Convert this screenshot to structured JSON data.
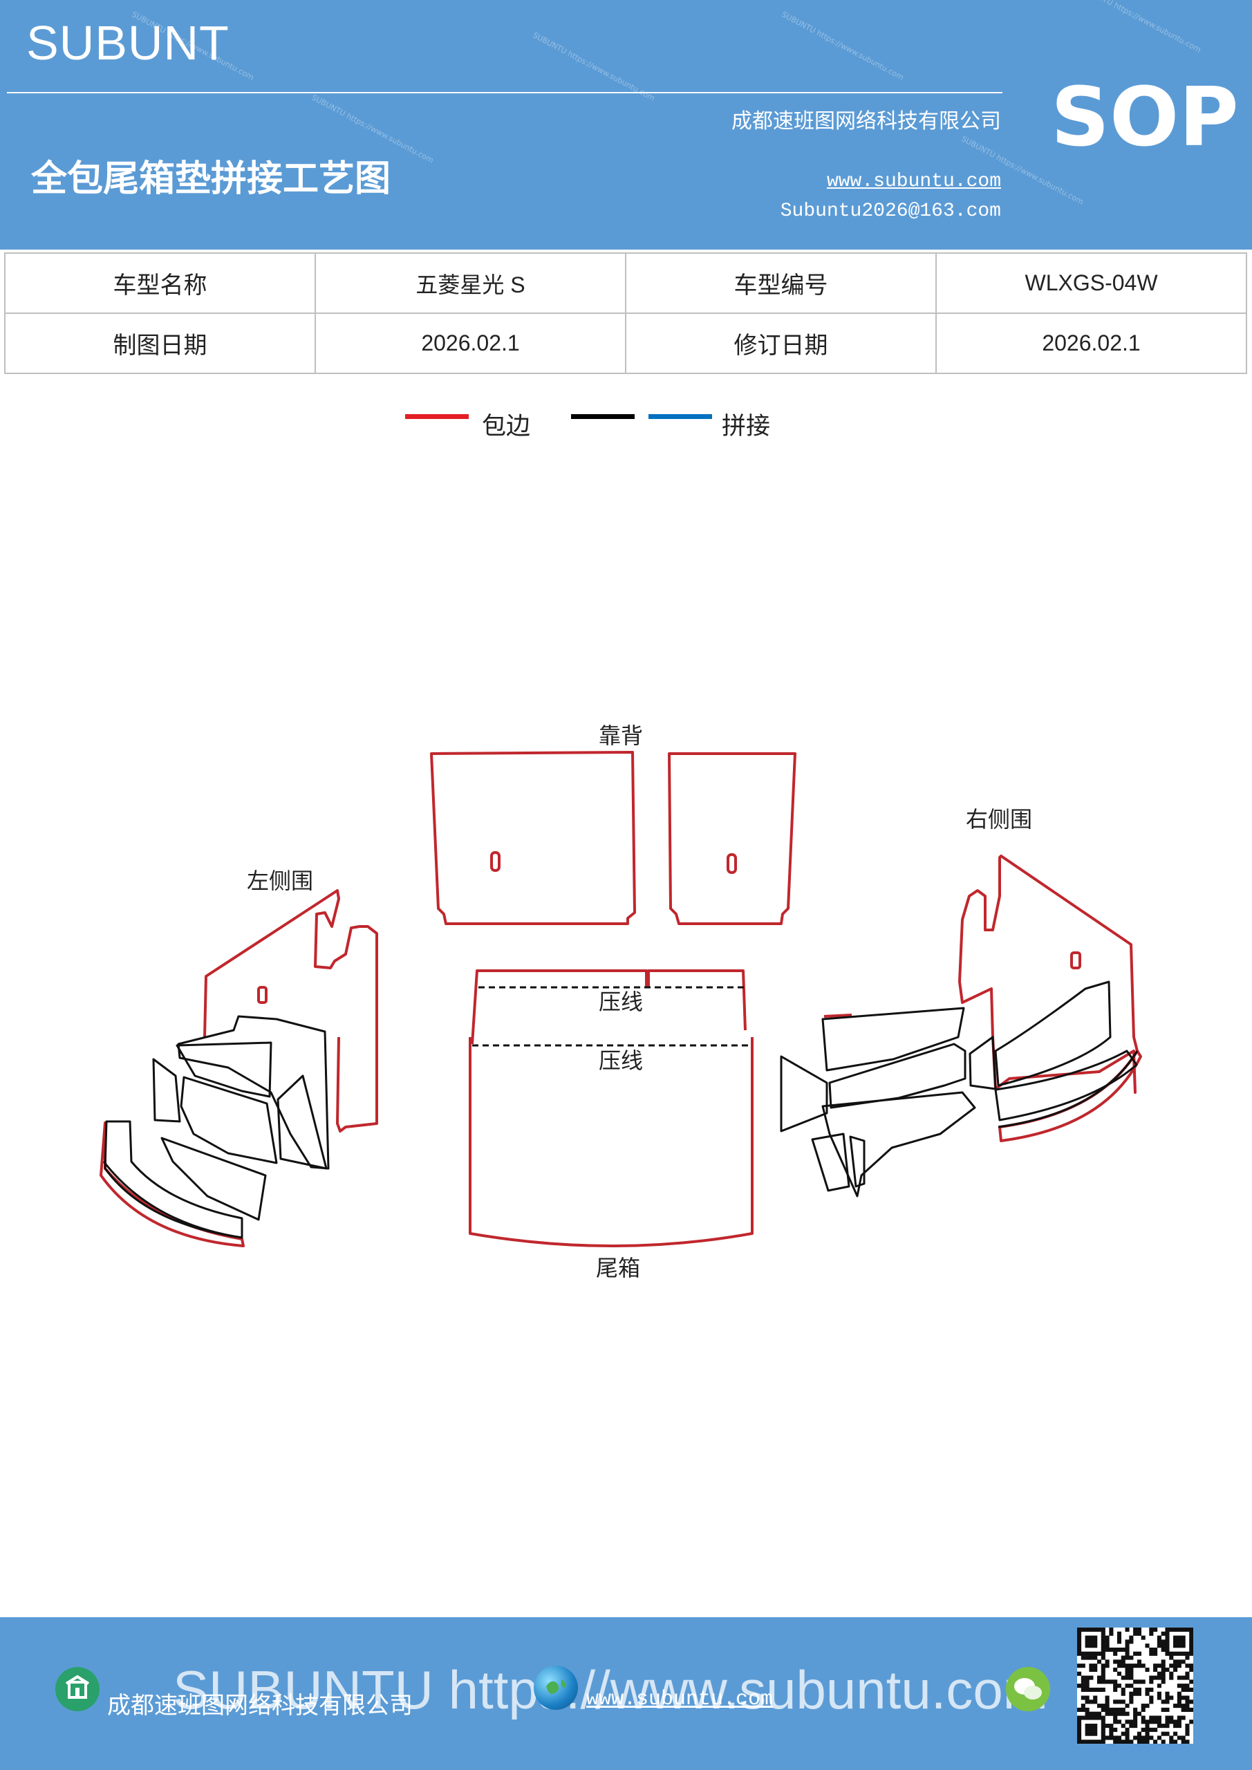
{
  "header": {
    "brand": "SUBUNT",
    "badge": "SOP",
    "company": "成都速班图网络科技有限公司",
    "website": "www.subuntu.com",
    "email": "Subuntu2026@163.com",
    "title": "全包尾箱垫拼接工艺图",
    "watermark": "SUBUNTU https://www.subuntu.com",
    "bg_color": "#5b9bd5"
  },
  "info_table": {
    "rows": [
      [
        {
          "label": "车型名称"
        },
        {
          "value": "五菱星光 S"
        },
        {
          "label": "车型编号"
        },
        {
          "value": "WLXGS-04W"
        }
      ],
      [
        {
          "label": "制图日期"
        },
        {
          "value": "2026.02.1"
        },
        {
          "label": "修订日期"
        },
        {
          "value": "2026.02.1"
        }
      ]
    ]
  },
  "legend": {
    "items": [
      {
        "label": "包边",
        "color": "#e31e24"
      },
      {
        "label": "",
        "color": "#000000"
      },
      {
        "label": "拼接",
        "color": "#0070c0"
      }
    ]
  },
  "diagram": {
    "labels": {
      "backrest": "靠背",
      "left_side": "左侧围",
      "right_side": "右侧围",
      "crease_1": "压线",
      "crease_2": "压线",
      "trunk": "尾箱"
    },
    "colors": {
      "edge": "#c0272d",
      "seam": "#111111"
    }
  },
  "footer": {
    "watermark": "SUBUNTU https://www.subuntu.com",
    "company": "成都速班图网络科技有限公司",
    "website": "www.subuntu.com",
    "icons": [
      "building-icon",
      "globe-icon",
      "wechat-icon",
      "qr-code"
    ]
  }
}
